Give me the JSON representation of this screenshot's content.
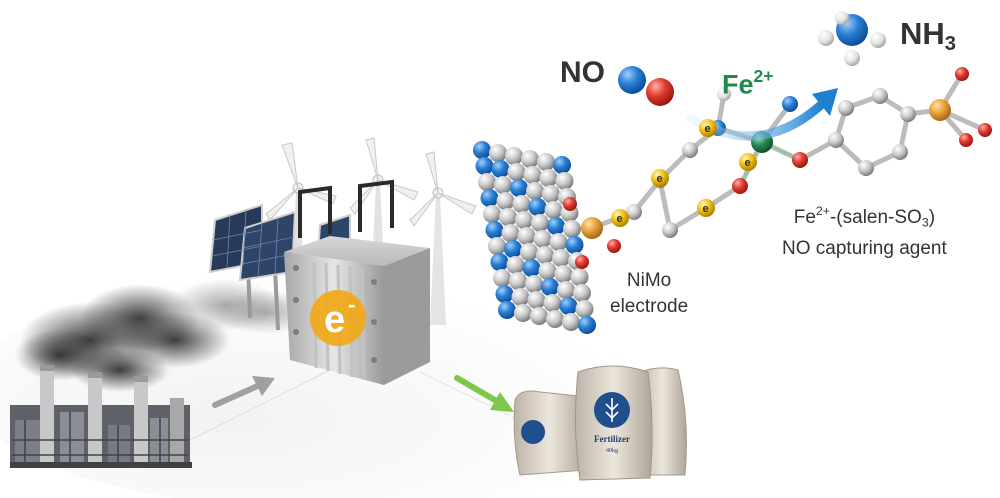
{
  "labels": {
    "no": "NO",
    "nh3": {
      "base": "NH",
      "sub": "3"
    },
    "fe": {
      "base": "Fe",
      "sup": "2+"
    },
    "agent": {
      "line1_prefix": "Fe",
      "line1_sup": "2+",
      "line1_mid": "-(salen-SO",
      "line1_sub": "3",
      "line1_end": ")",
      "line2": "NO capturing agent"
    },
    "electrode": {
      "line1": "NiMo",
      "line2": "electrode"
    },
    "cell_mark": {
      "base": "e",
      "sup": "-"
    },
    "electron": "e",
    "bag_text": {
      "brand": "Fertilizer",
      "weight": "40kg"
    }
  },
  "colors": {
    "fe_label": "#1e8a4c",
    "nitrogen": "#2a7fd4",
    "oxygen": "#e03a2e",
    "sulfur": "#e8a23a",
    "carbon": "#c9c9c9",
    "iron": "#2a8a52",
    "electron": "#f2c21a",
    "arrow_green": "#7cc84a",
    "arrow_gray": "#a0a0a0"
  },
  "icons": [
    "factory-icon",
    "smoke-icon",
    "solar-panel-icon",
    "wind-turbine-icon",
    "electrolyzer-icon",
    "fertilizer-bag-icon"
  ]
}
